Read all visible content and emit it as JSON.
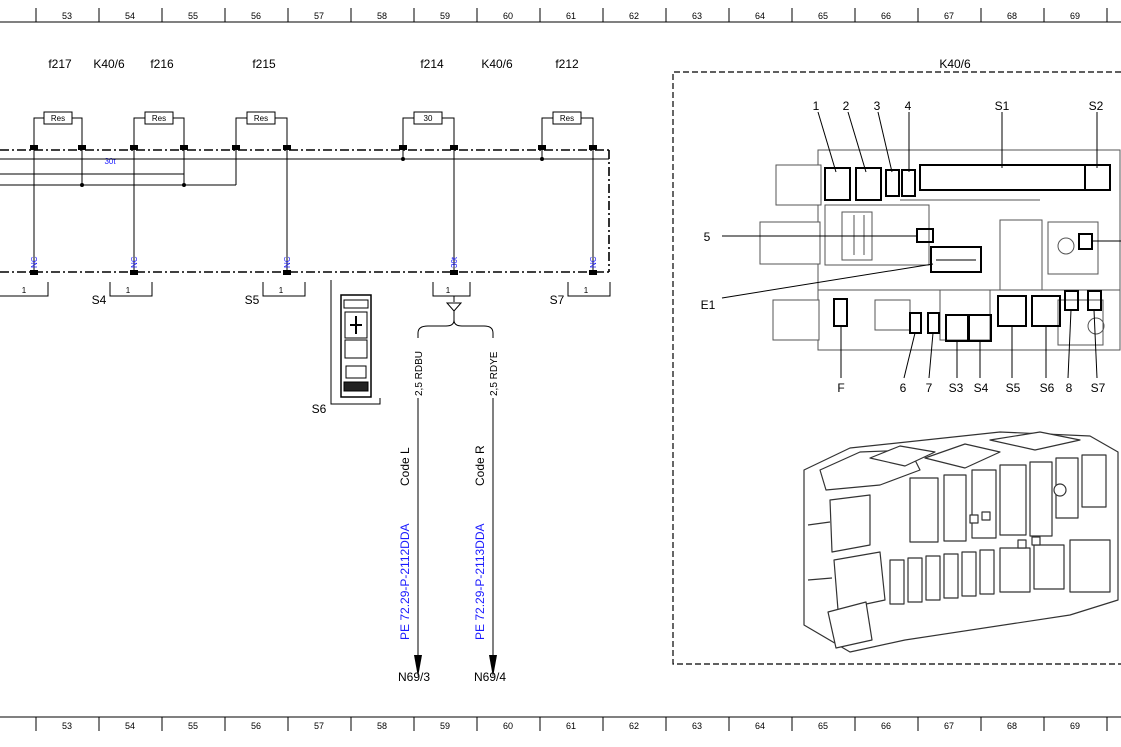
{
  "ruler": {
    "columns": [
      "53",
      "54",
      "55",
      "56",
      "57",
      "58",
      "59",
      "60",
      "61",
      "62",
      "63",
      "64",
      "65",
      "66",
      "67",
      "68",
      "69"
    ]
  },
  "schematic": {
    "fuses": [
      {
        "designation": "f217",
        "rating": "Res"
      },
      {
        "designation": "f216",
        "rating": "Res"
      },
      {
        "designation": "f215",
        "rating": "Res"
      },
      {
        "designation": "f214",
        "rating": "30"
      },
      {
        "designation": "f212",
        "rating": "Res"
      }
    ],
    "module_labels": [
      "K40/6",
      "K40/6"
    ],
    "bus_label": "30t",
    "pins": [
      {
        "tag": "NC",
        "pin": "1",
        "connector": ""
      },
      {
        "tag": "NC",
        "pin": "1",
        "connector": "S4"
      },
      {
        "tag": "NC",
        "pin": "1",
        "connector": "S5"
      },
      {
        "tag": "30t",
        "pin": "1",
        "connector": ""
      },
      {
        "tag": "NC",
        "pin": "1",
        "connector": "S7"
      }
    ],
    "relay_label": "S6",
    "wires": [
      {
        "spec": "2,5 RDBU",
        "code": "Code L",
        "ref": "PE 72.29-P-2112DDA",
        "target": "N69/3"
      },
      {
        "spec": "2,5 RDYE",
        "code": "Code R",
        "ref": "PE 72.29-P-2113DDA",
        "target": "N69/4"
      }
    ]
  },
  "locator": {
    "title": "K40/6",
    "top_labels": [
      "1",
      "2",
      "3",
      "4",
      "S1",
      "S2"
    ],
    "side_labels": [
      "5",
      "E1"
    ],
    "bottom_labels": [
      "F",
      "6",
      "7",
      "S3",
      "S4",
      "S5",
      "S6",
      "8",
      "S7"
    ]
  },
  "colors": {
    "line": "#000000",
    "reference_blue": "#1a1aff",
    "box_gray": "#444444"
  }
}
